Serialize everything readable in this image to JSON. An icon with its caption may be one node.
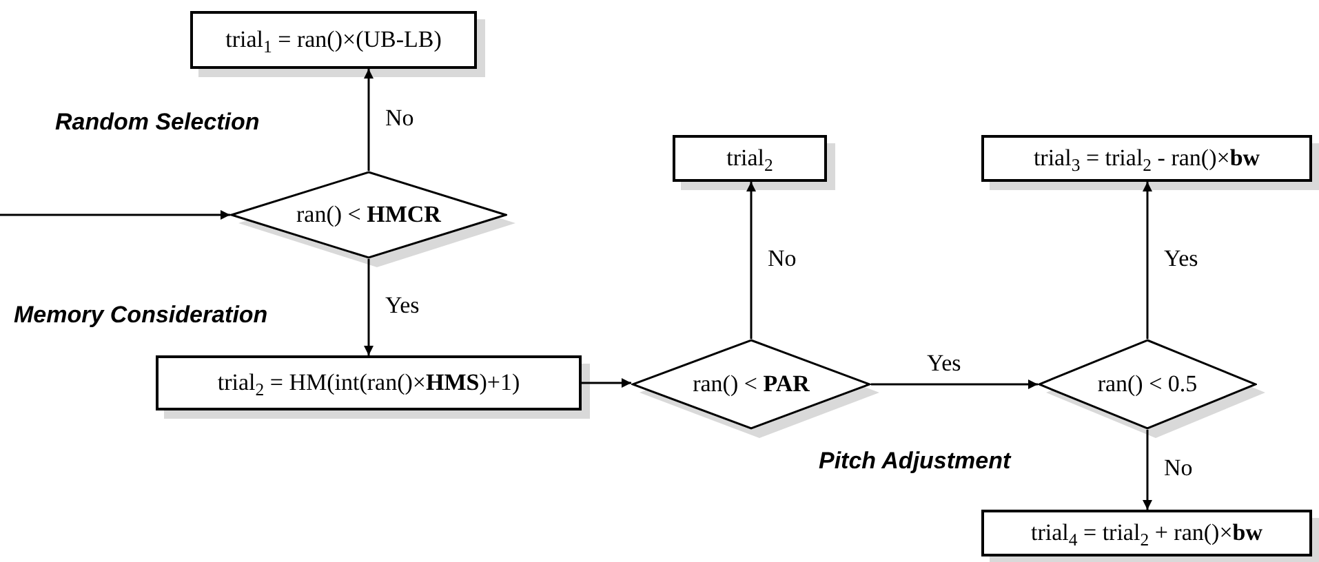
{
  "diagram": {
    "nodes": [
      {
        "text": [
          "trial$_{1}$ = ran()×(UB-LB)"
        ]
      },
      {
        "text": [
          "ran() < **HMCR**"
        ]
      },
      {
        "text": [
          "trial$_{2}$ = HM(int(ran()×**HMS**)+1)"
        ]
      },
      {
        "text": [
          "ran() < **PAR**"
        ]
      },
      {
        "text": [
          "trial$_{2}$"
        ]
      },
      {
        "text": [
          "ran() < 0.5"
        ]
      },
      {
        "text": [
          "trial$_{3}$ = trial$_{2}$ - ran()×**bw**"
        ]
      },
      {
        "text": [
          "trial$_{4}$ = trial$_{2}$ + ran()×**bw**"
        ]
      }
    ],
    "edges": [
      {
        "from": null,
        "to": 1,
        "arrow": "to"
      },
      {
        "from": 1,
        "to": 0,
        "arrow": "to",
        "label": "No"
      },
      {
        "from": 1,
        "to": 2,
        "arrow": "to",
        "label": "Yes"
      },
      {
        "from": 2,
        "to": 3,
        "arrow": "to"
      },
      {
        "from": 3,
        "to": 4,
        "arrow": "to",
        "label": "No"
      },
      {
        "from": 3,
        "to": 5,
        "arrow": "to",
        "label": "Yes"
      },
      {
        "from": 5,
        "to": 6,
        "arrow": "to",
        "label": "Yes"
      },
      {
        "from": 5,
        "to": 7,
        "arrow": "to",
        "label": "No"
      }
    ],
    "labels": [
      "Random Selection",
      "Memory Consideration",
      "Pitch Adjustment"
    ]
  }
}
